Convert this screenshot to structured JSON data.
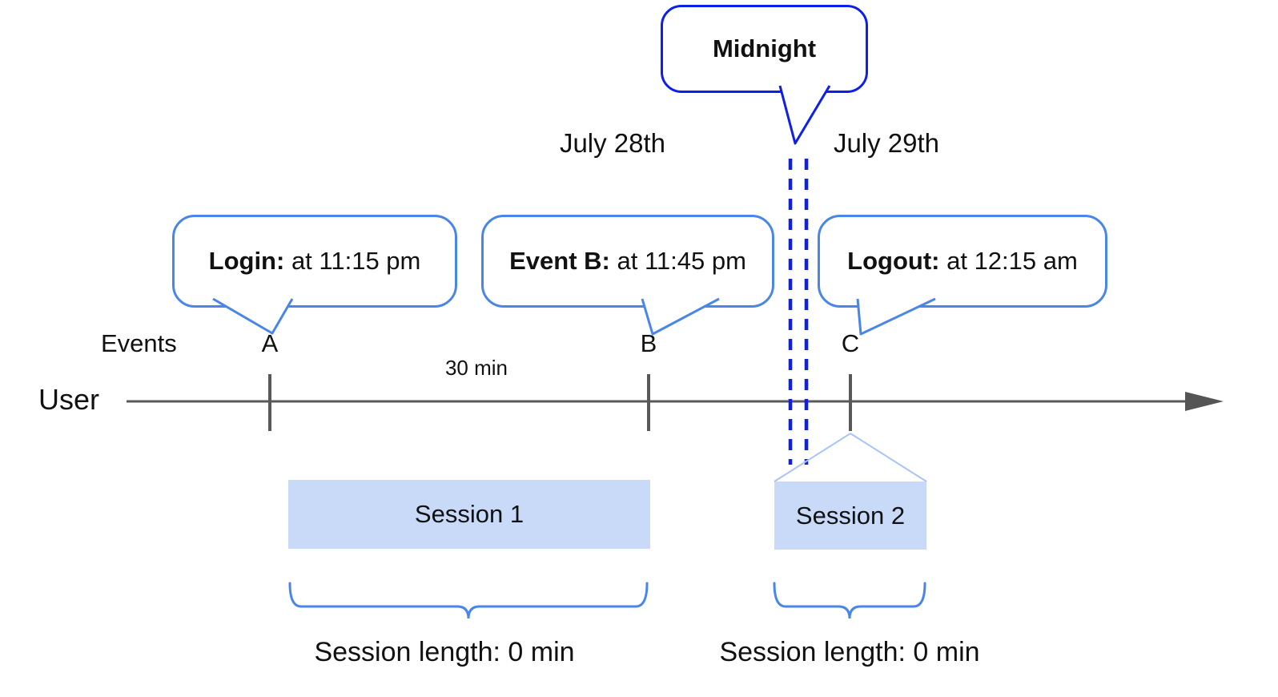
{
  "diagram": {
    "dates": {
      "left_label": "July 28th",
      "right_label": "July 29th"
    },
    "midnight": {
      "label": "Midnight"
    },
    "callouts": {
      "login": {
        "title": "Login:",
        "detail": " at 11:15 pm"
      },
      "event_b": {
        "title": "Event B:",
        "detail": " at 11:45 pm"
      },
      "logout": {
        "title": "Logout:",
        "detail": " at 12:15 am"
      }
    },
    "timeline": {
      "row_label": "User",
      "events_label": "Events",
      "interval_label": "30 min",
      "markers": {
        "a": "A",
        "b": "B",
        "c": "C"
      }
    },
    "sessions": {
      "s1": {
        "label": "Session 1",
        "length_label": "Session length: 0 min"
      },
      "s2": {
        "label": "Session 2",
        "length_label": "Session length: 0 min"
      }
    },
    "colors": {
      "callout_border_blue": "#4a86e8",
      "midnight_blue": "#0d1fe8",
      "session_fill": "#c9daf8",
      "axis_gray": "#595959",
      "connector_light_blue": "#a8c5f5"
    }
  }
}
